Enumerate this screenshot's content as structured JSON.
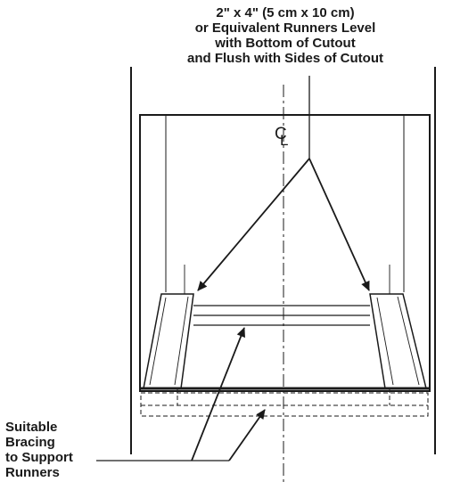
{
  "labels": {
    "runners": [
      "2\" x 4\" (5 cm x 10 cm)",
      "or Equivalent Runners Level",
      "with Bottom of Cutout",
      "and Flush with Sides of Cutout"
    ],
    "bracing": [
      "Suitable",
      "Bracing",
      "to Support",
      "Runners"
    ],
    "centerline_c": "C",
    "centerline_l": "L"
  },
  "colors": {
    "stroke": "#1a1a1a",
    "background": "#ffffff"
  }
}
